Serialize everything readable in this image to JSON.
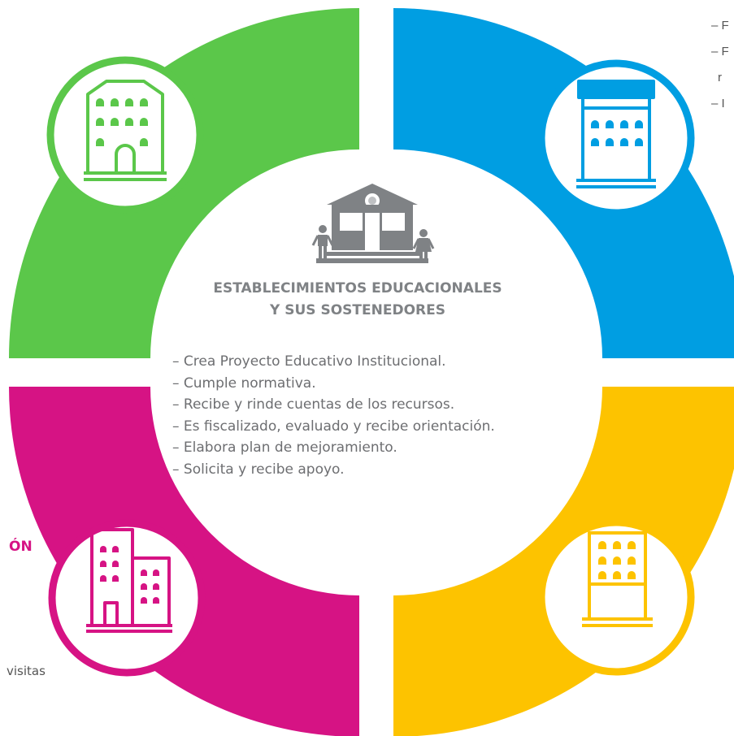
{
  "center": {
    "title_line1": "ESTABLECIMIENTOS EDUCACIONALES",
    "title_line2": "Y SUS SOSTENEDORES",
    "items": [
      "– Crea Proyecto Educativo Institucional.",
      "– Cumple normativa.",
      "– Recibe y rinde cuentas de los recursos.",
      "– Es fiscalizado, evaluado y recibe orientación.",
      "– Elabora plan de mejoramiento.",
      "– Solicita y recibe apoyo."
    ]
  },
  "cropped_right": {
    "line1": "– F",
    "line2": "– F",
    "line3": "r",
    "line4": "– I"
  },
  "cropped_left": {
    "title": "ÓN",
    "text": "visitas"
  },
  "colors": {
    "green": "#5bc74a",
    "blue": "#009ee2",
    "yellow": "#fdc300",
    "magenta": "#d61384",
    "gray": "#7f8285"
  },
  "icons": [
    "green-building-icon",
    "blue-building-icon",
    "magenta-buildings-icon",
    "yellow-building-icon",
    "school-with-people-icon"
  ]
}
